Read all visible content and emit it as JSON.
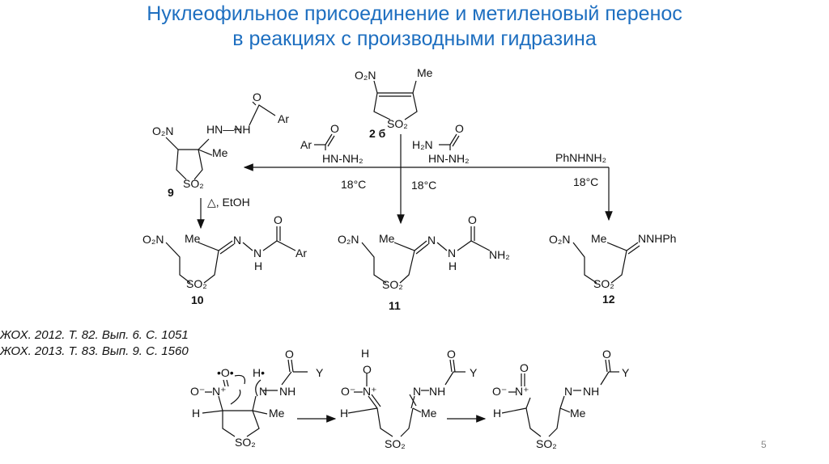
{
  "title": {
    "line1": "Нуклеофильное присоединение и метиленовый перенос",
    "line2": "в реакциях с производными гидразина"
  },
  "scheme": {
    "start": {
      "label": "2 б",
      "o2n": "O₂N",
      "me": "Me",
      "so2": "SO₂"
    },
    "reagents": {
      "acylhydrazide": {
        "ar": "Ar",
        "o": "O",
        "hn": "HN-NH₂",
        "temp": "18°C"
      },
      "semicarbazide": {
        "h2n": "H₂N",
        "o": "O",
        "hn": "HN-NH₂",
        "temp": "18°C"
      },
      "phenylhydrazine": {
        "formula": "PhNHNH₂",
        "temp": "18°C"
      }
    },
    "c9": {
      "label": "9",
      "o2n": "O₂N",
      "hnnh": "HN—NH",
      "o": "O",
      "ar": "Ar",
      "me": "Me",
      "so2": "SO₂",
      "conditions": "△, EtOH"
    },
    "c10": {
      "label": "10",
      "o2n": "O₂N",
      "me": "Me",
      "n": "N",
      "nh": "N",
      "h": "H",
      "o": "O",
      "ar": "Ar",
      "so2": "SO₂"
    },
    "c11": {
      "label": "11",
      "o2n": "O₂N",
      "me": "Me",
      "n": "N",
      "nh": "N",
      "h": "H",
      "o": "O",
      "nh2": "NH₂",
      "so2": "SO₂"
    },
    "c12": {
      "label": "12",
      "o2n": "O₂N",
      "me": "Me",
      "nnhph": "NNHPh",
      "so2": "SO₂"
    }
  },
  "references": [
    "ЖОХ. 2012. Т. 82. Вып. 6. С. 1051",
    "ЖОХ. 2013. Т. 83. Вып. 9. С. 1560"
  ],
  "mechanism": {
    "m1": {
      "o_rad": "•O•",
      "o_minus": "O⁻",
      "n_plus": "N⁺",
      "h": "H",
      "h_rad": "H•",
      "n": "N",
      "nh": "NH",
      "o": "O",
      "y": "Y",
      "me": "Me",
      "so2": "SO₂"
    },
    "m2": {
      "h_top": "H",
      "o": "O",
      "o_minus": "O⁻",
      "n_plus": "N⁺",
      "h": "H",
      "n": "N",
      "nh": "NH",
      "o2": "O",
      "y": "Y",
      "me": "Me",
      "so2": "SO₂"
    },
    "m3": {
      "o": "O",
      "o_minus": "O⁻",
      "n_plus": "N⁺",
      "h": "H",
      "n": "N",
      "nh": "NH",
      "o2": "O",
      "y": "Y",
      "me": "Me",
      "so2": "SO₂"
    }
  },
  "page_number": "5"
}
